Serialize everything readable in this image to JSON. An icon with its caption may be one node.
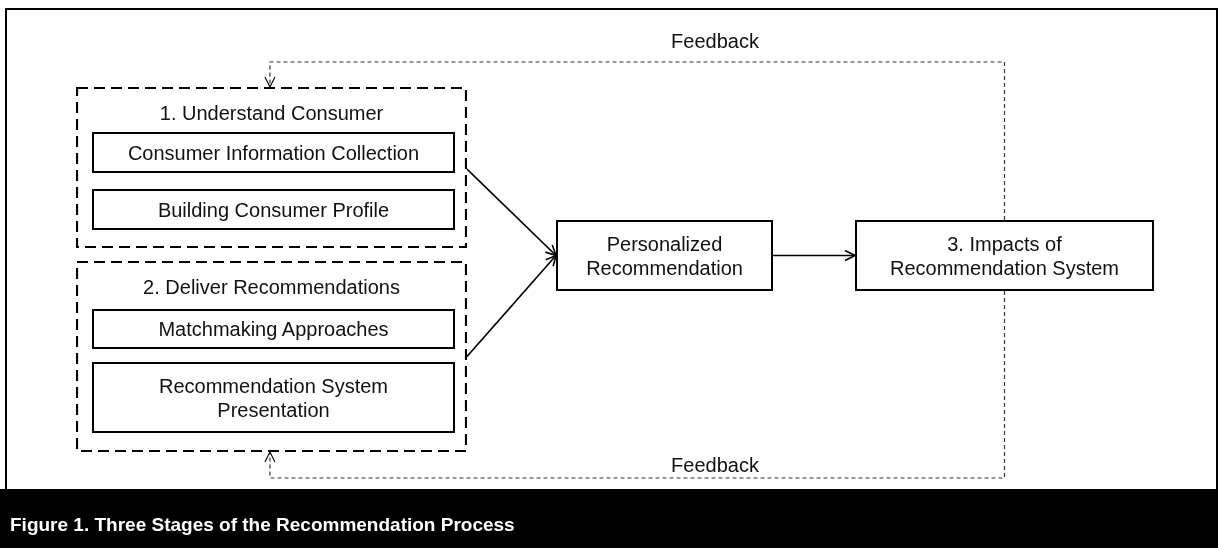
{
  "diagram": {
    "caption": "Figure 1. Three Stages of the Recommendation Process",
    "nodes": [
      {
        "text": [
          "1. Understand Consumer"
        ]
      },
      {
        "text": [
          "Consumer Information Collection"
        ],
        "in": 0
      },
      {
        "text": [
          "Building Consumer Profile"
        ],
        "in": 0
      },
      {
        "text": [
          "2. Deliver Recommendations"
        ]
      },
      {
        "text": [
          "Matchmaking Approaches"
        ],
        "in": 3
      },
      {
        "text": [
          "Recommendation System Presentation"
        ],
        "in": 3
      },
      {
        "text": [
          "Personalized Recommendation"
        ]
      },
      {
        "text": [
          "3. Impacts of Recommendation System"
        ]
      }
    ],
    "edges": [
      {
        "from": 0,
        "to": 6,
        "arrow": "to"
      },
      {
        "from": 3,
        "to": 6,
        "arrow": "to"
      },
      {
        "from": 6,
        "to": 7,
        "arrow": "to"
      },
      {
        "from": 7,
        "to": 0,
        "arrow": "to",
        "label": "Feedback",
        "style": "dashed"
      },
      {
        "from": 7,
        "to": 3,
        "arrow": "to",
        "label": "Feedback",
        "style": "dashed"
      }
    ]
  }
}
